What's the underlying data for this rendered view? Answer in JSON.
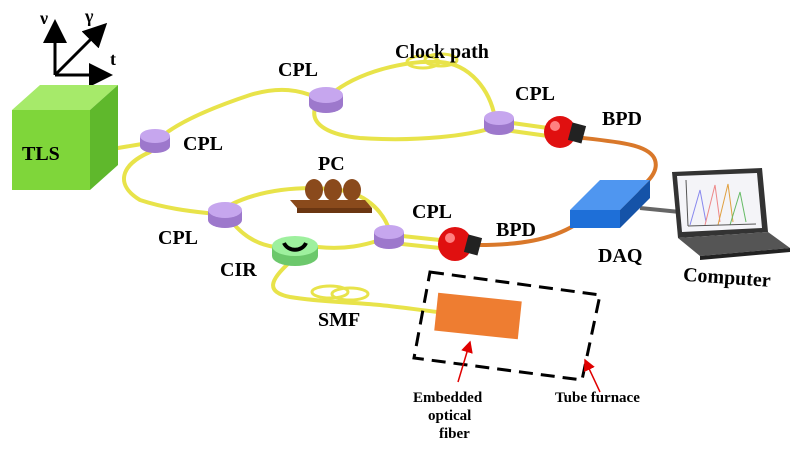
{
  "axes": {
    "v": "ν",
    "gamma": "γ",
    "t": "t"
  },
  "components": {
    "tls": "TLS",
    "cpl_left": "CPL",
    "cpl_top": "CPL",
    "cpl_top_right": "CPL",
    "clock_path": "Clock path",
    "bpd_top": "BPD",
    "pc": "PC",
    "cpl_mid_left": "CPL",
    "cpl_mid_right": "CPL",
    "bpd_bottom": "BPD",
    "cir": "CIR",
    "smf": "SMF",
    "daq": "DAQ",
    "computer": "Computer",
    "embedded_fiber": [
      "Embedded",
      "optical",
      "fiber"
    ],
    "tube_furnace": "Tube furnace"
  },
  "colors": {
    "fiber": "#e8e34a",
    "orange_fiber": "#d9782a",
    "tls": "#7fd63a",
    "coupler": "#b48ee0",
    "bpd": "#e01010",
    "daq": "#1e6fd8",
    "cir": "#8fe08f",
    "pc": "#8a4a1c",
    "sample": "#ee7d31",
    "arrow": "#e00000"
  }
}
